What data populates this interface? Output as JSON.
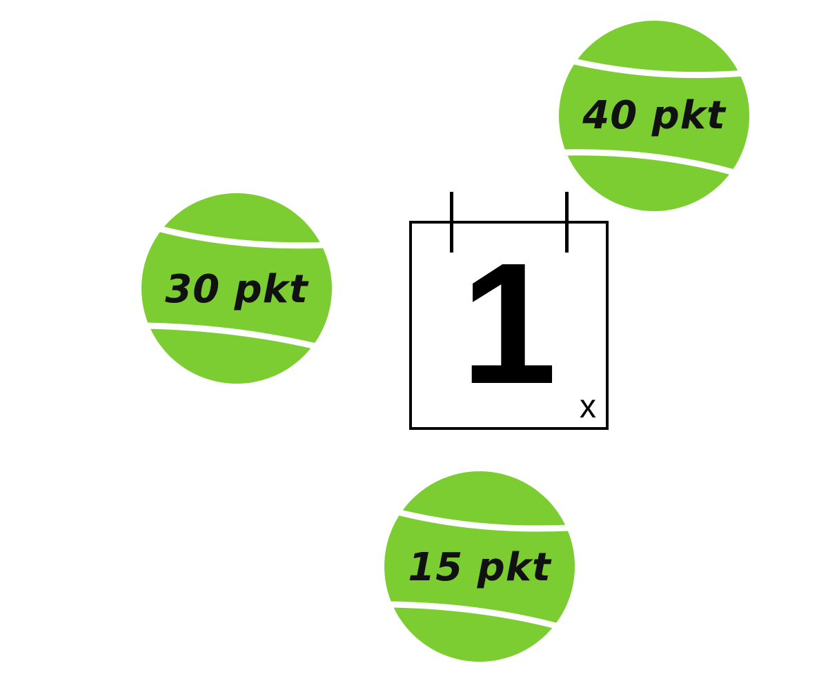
{
  "colors": {
    "ball": "#7ccd32",
    "seam": "#ffffff",
    "text": "#111111",
    "calendar_border": "#000000"
  },
  "balls": {
    "top_right": {
      "label": "40 pkt",
      "icon": "tennis-ball-icon"
    },
    "left": {
      "label": "30 pkt",
      "icon": "tennis-ball-icon"
    },
    "bottom": {
      "label": "15 pkt",
      "icon": "tennis-ball-icon"
    }
  },
  "calendar": {
    "icon": "calendar-icon",
    "number": "1",
    "suffix": "x"
  }
}
